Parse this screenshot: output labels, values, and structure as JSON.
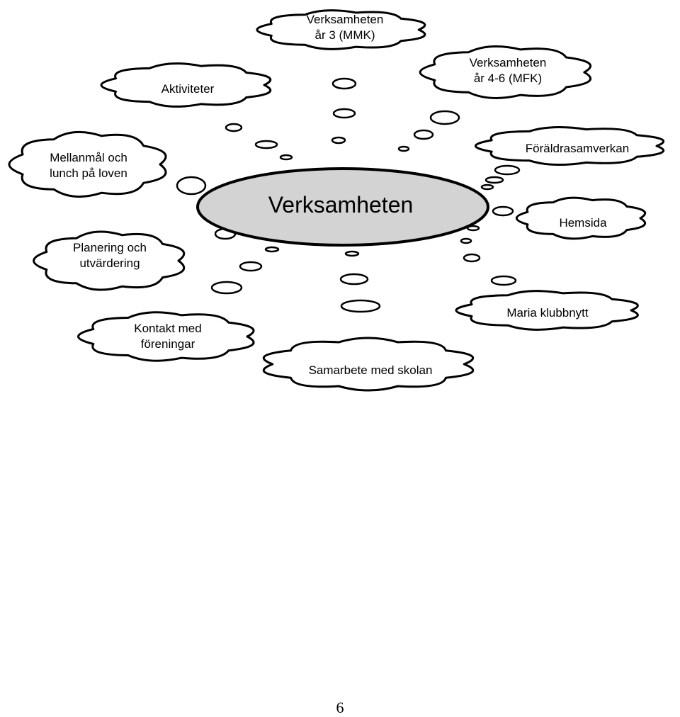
{
  "center": {
    "label": "Verksamheten"
  },
  "bubbles": [
    {
      "id": "mmk",
      "lines": [
        "Verksamheten",
        "år 3 (MMK)"
      ]
    },
    {
      "id": "aktiviteter",
      "lines": [
        "Aktiviteter"
      ]
    },
    {
      "id": "mfk",
      "lines": [
        "Verksamheten",
        "år 4-6 (MFK)"
      ]
    },
    {
      "id": "mellanmal",
      "lines": [
        "Mellanmål och",
        "lunch på loven"
      ]
    },
    {
      "id": "foraldra",
      "lines": [
        "Föräldrasamverkan"
      ]
    },
    {
      "id": "hemsida",
      "lines": [
        "Hemsida"
      ]
    },
    {
      "id": "planering",
      "lines": [
        "Planering och",
        "utvärdering"
      ]
    },
    {
      "id": "maria",
      "lines": [
        "Maria klubbnytt"
      ]
    },
    {
      "id": "kontakt",
      "lines": [
        "Kontakt med",
        "föreningar"
      ]
    },
    {
      "id": "samarbete",
      "lines": [
        "Samarbete med skolan"
      ]
    }
  ],
  "footer": {
    "page_number": "6"
  }
}
